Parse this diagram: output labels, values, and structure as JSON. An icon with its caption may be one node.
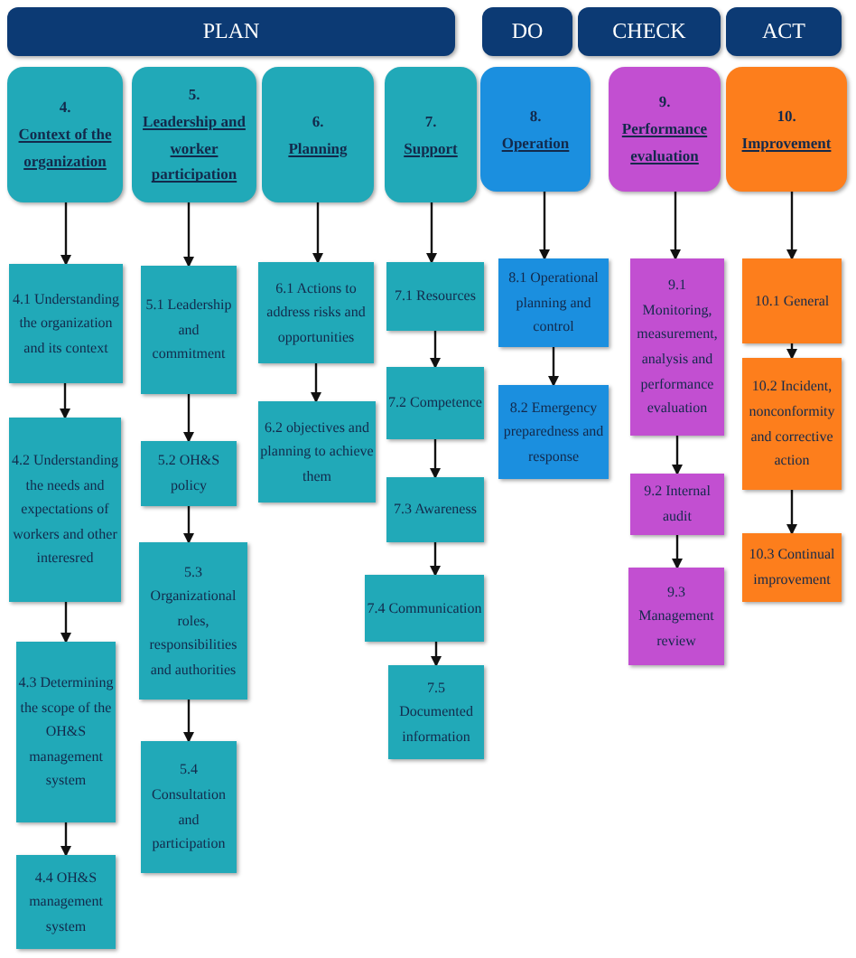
{
  "diagram": {
    "nodes": [
      {
        "text": [
          "PLAN"
        ]
      },
      {
        "text": [
          "DO"
        ]
      },
      {
        "text": [
          "CHECK"
        ]
      },
      {
        "text": [
          "ACT"
        ]
      },
      {
        "text": [
          "4.",
          "Context of the organization"
        ]
      },
      {
        "text": [
          "5.",
          "Leadership and worker participation"
        ]
      },
      {
        "text": [
          "6.",
          "Planning"
        ]
      },
      {
        "text": [
          "7.",
          "Support"
        ]
      },
      {
        "text": [
          "8.",
          "Operation"
        ]
      },
      {
        "text": [
          "9.",
          "Performance evaluation"
        ]
      },
      {
        "text": [
          "10.",
          "Improvement"
        ]
      },
      {
        "text": [
          "4.1 Understanding the organization and its context"
        ]
      },
      {
        "text": [
          "4.2 Understanding the needs and expectations of workers and other interesred"
        ]
      },
      {
        "text": [
          "4.3 Determining the scope of the OH&S management system"
        ]
      },
      {
        "text": [
          "4.4 OH&S management system"
        ]
      },
      {
        "text": [
          "5.1 Leadership and commitment"
        ]
      },
      {
        "text": [
          "5.2 OH&S policy"
        ]
      },
      {
        "text": [
          "5.3 Organizational roles, responsibilities and authorities"
        ]
      },
      {
        "text": [
          "5.4 Consultation and participation"
        ]
      },
      {
        "text": [
          "6.1 Actions to address risks and opportunities"
        ]
      },
      {
        "text": [
          "6.2 objectives and planning to achieve them"
        ]
      },
      {
        "text": [
          "7.1 Resources"
        ]
      },
      {
        "text": [
          "7.2 Competence"
        ]
      },
      {
        "text": [
          "7.3 Awareness"
        ]
      },
      {
        "text": [
          "7.4 Communication"
        ]
      },
      {
        "text": [
          "7.5 Documented information"
        ]
      },
      {
        "text": [
          "8.1 Operational planning and control"
        ]
      },
      {
        "text": [
          "8.2 Emergency preparedness and response"
        ]
      },
      {
        "text": [
          "9.1 Monitoring, measurement, analysis and performance evaluation"
        ]
      },
      {
        "text": [
          "9.2 Internal audit"
        ]
      },
      {
        "text": [
          "9.3 Management review"
        ]
      },
      {
        "text": [
          "10.1 General"
        ]
      },
      {
        "text": [
          "10.2 Incident, nonconformity and corrective action"
        ]
      },
      {
        "text": [
          "10.3 Continual improvement"
        ]
      }
    ],
    "edges": [
      {
        "from": 4,
        "to": 11,
        "arrow": "to"
      },
      {
        "from": 11,
        "to": 12,
        "arrow": "to"
      },
      {
        "from": 12,
        "to": 13,
        "arrow": "to"
      },
      {
        "from": 13,
        "to": 14,
        "arrow": "to"
      },
      {
        "from": 5,
        "to": 15,
        "arrow": "to"
      },
      {
        "from": 15,
        "to": 16,
        "arrow": "to"
      },
      {
        "from": 16,
        "to": 17,
        "arrow": "to"
      },
      {
        "from": 17,
        "to": 18,
        "arrow": "to"
      },
      {
        "from": 6,
        "to": 19,
        "arrow": "to"
      },
      {
        "from": 19,
        "to": 20,
        "arrow": "to"
      },
      {
        "from": 7,
        "to": 21,
        "arrow": "to"
      },
      {
        "from": 21,
        "to": 22,
        "arrow": "to"
      },
      {
        "from": 22,
        "to": 23,
        "arrow": "to"
      },
      {
        "from": 23,
        "to": 24,
        "arrow": "to"
      },
      {
        "from": 24,
        "to": 25,
        "arrow": "to"
      },
      {
        "from": 8,
        "to": 26,
        "arrow": "to"
      },
      {
        "from": 26,
        "to": 27,
        "arrow": "to"
      },
      {
        "from": 9,
        "to": 28,
        "arrow": "to"
      },
      {
        "from": 28,
        "to": 29,
        "arrow": "to"
      },
      {
        "from": 29,
        "to": 30,
        "arrow": "to"
      },
      {
        "from": 10,
        "to": 31,
        "arrow": "to"
      },
      {
        "from": 31,
        "to": 32,
        "arrow": "to"
      },
      {
        "from": 32,
        "to": 33,
        "arrow": "to"
      }
    ]
  }
}
